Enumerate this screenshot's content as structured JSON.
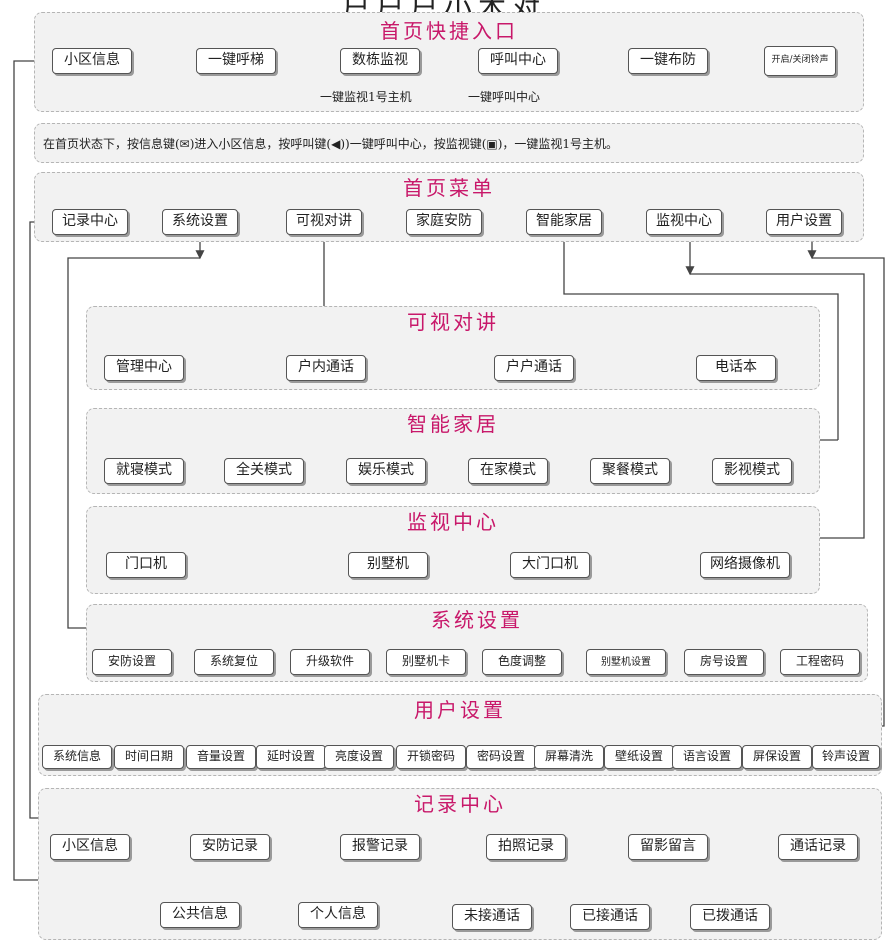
{
  "header_title": "户户户小木对",
  "home_shortcuts": {
    "title": "首页快捷入口",
    "buttons": [
      "小区信息",
      "一键呼梯",
      "数栋监视",
      "呼叫中心",
      "一键布防",
      "开启/关闭铃声"
    ],
    "notes": [
      "一键监视1号主机",
      "一键呼叫中心"
    ]
  },
  "instruction": "在首页状态下，按信息键(✉)进入小区信息，按呼叫键(◀))一键呼叫中心，按监视键(▣)，一键监视1号主机。",
  "home_menu": {
    "title": "首页菜单",
    "items": [
      "记录中心",
      "系统设置",
      "可视对讲",
      "家庭安防",
      "智能家居",
      "监视中心",
      "用户设置"
    ]
  },
  "intercom": {
    "title": "可视对讲",
    "items": [
      "管理中心",
      "户内通话",
      "户户通话",
      "电话本"
    ]
  },
  "smart_home": {
    "title": "智能家居",
    "items": [
      "就寝模式",
      "全关模式",
      "娱乐模式",
      "在家模式",
      "聚餐模式",
      "影视模式"
    ]
  },
  "monitor": {
    "title": "监视中心",
    "items": [
      "门口机",
      "别墅机",
      "大门口机",
      "网络摄像机"
    ]
  },
  "system": {
    "title": "系统设置",
    "items": [
      "安防设置",
      "系统复位",
      "升级软件",
      "别墅机卡",
      "色度调整",
      "别墅机设置",
      "房号设置",
      "工程密码"
    ]
  },
  "user": {
    "title": "用户设置",
    "items": [
      "系统信息",
      "时间日期",
      "音量设置",
      "延时设置",
      "亮度设置",
      "开锁密码",
      "密码设置",
      "屏幕清洗",
      "壁纸设置",
      "语言设置",
      "屏保设置",
      "铃声设置"
    ]
  },
  "records": {
    "title": "记录中心",
    "items": [
      "小区信息",
      "安防记录",
      "报警记录",
      "拍照记录",
      "留影留言",
      "通话记录"
    ],
    "info_sub": [
      "公共信息",
      "个人信息"
    ],
    "call_sub": [
      "未接通话",
      "已接通话",
      "已拨通话"
    ]
  },
  "colors": {
    "title": "#c8186a",
    "line": "#444444",
    "panel": "#f2f2f2"
  }
}
